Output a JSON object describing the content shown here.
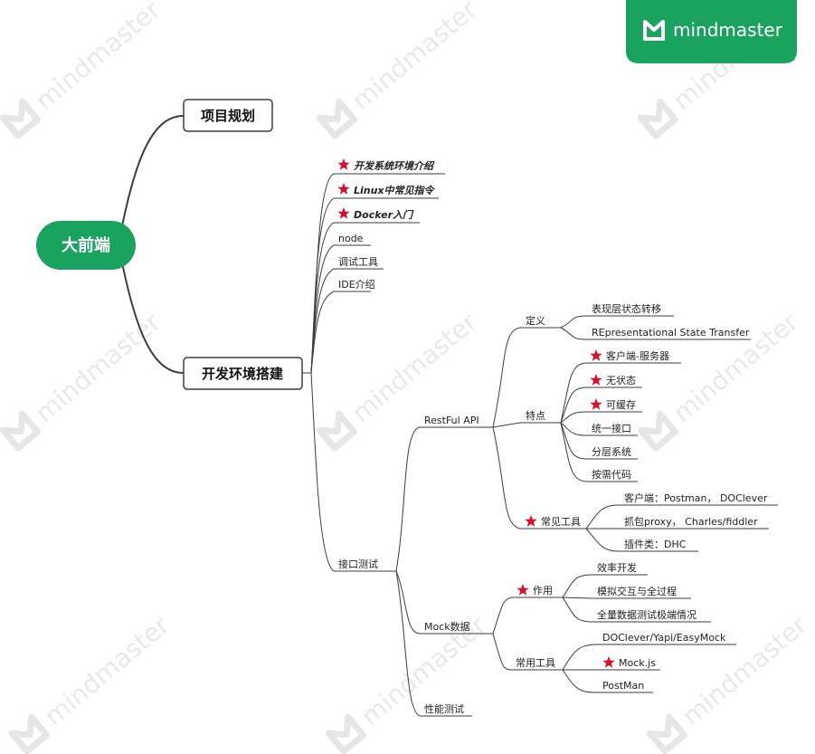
{
  "brand": {
    "name": "mindmaster",
    "watermark": "mindmaster",
    "color": "#1aa35f"
  },
  "root": {
    "label": "大前端",
    "color": "#1aa35f"
  },
  "main": {
    "plan": "项目规划",
    "env": "开发环境搭建"
  },
  "env_items": {
    "intro": "开发系统环境介绍",
    "linux": "Linux中常见指令",
    "docker": "Docker入门",
    "node": "node",
    "debug": "调试工具",
    "ide": "IDE介绍",
    "api_test": "接口测试"
  },
  "api_test": {
    "restful": "RestFul API",
    "mock": "Mock数据",
    "perf": "性能测试"
  },
  "restful": {
    "def": "定义",
    "def_items": [
      "表现层状态转移",
      "REpresentational State Transfer"
    ],
    "feat": "特点",
    "feat_items": [
      "客户端-服务器",
      "无状态",
      "可缓存",
      "统一接口",
      "分层系统",
      "按需代码"
    ],
    "tools": "常见工具",
    "tools_items": [
      "客户端：Postman， DOClever",
      "抓包proxy， Charles/fiddler",
      "插件类：DHC"
    ]
  },
  "mock": {
    "use": "作用",
    "use_items": [
      "效率开发",
      "模拟交互与全过程",
      "全量数据测试极端情况"
    ],
    "tools": "常用工具",
    "tools_items": [
      "DOClever/Yapi/EasyMock",
      "Mock.js",
      "PostMan"
    ]
  },
  "icons": {
    "star": "star-icon",
    "logo": "mindmaster-logo-icon"
  }
}
